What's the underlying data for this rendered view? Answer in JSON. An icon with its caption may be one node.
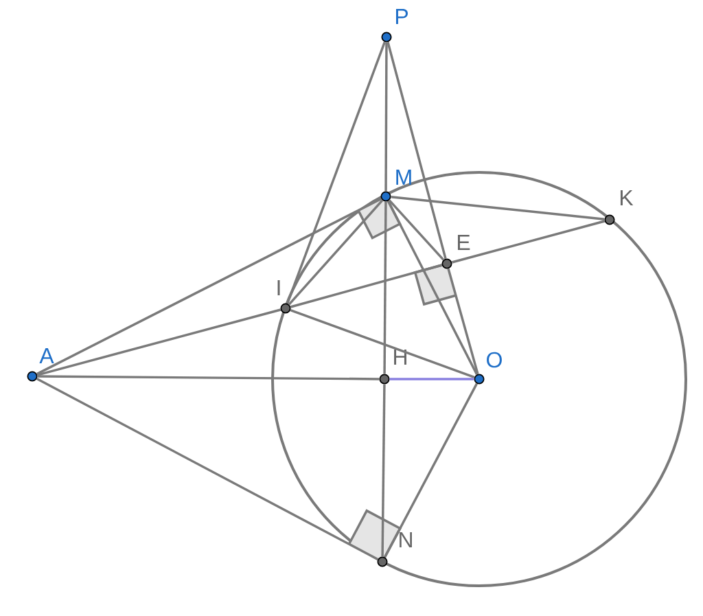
{
  "diagram": {
    "nodes": [
      {
        "text": [],
        "shape": "circle",
        "beside": [
          "P"
        ]
      },
      {
        "text": [],
        "shape": "circle",
        "beside": [
          "M"
        ]
      },
      {
        "text": [],
        "shape": "circle",
        "beside": [
          "K"
        ]
      },
      {
        "text": [],
        "shape": "circle",
        "beside": [
          "E"
        ]
      },
      {
        "text": [],
        "shape": "circle",
        "beside": [
          "I"
        ]
      },
      {
        "text": [],
        "shape": "circle",
        "beside": [
          "A"
        ]
      },
      {
        "text": [],
        "shape": "circle",
        "beside": [
          "H"
        ]
      },
      {
        "text": [],
        "shape": "circle",
        "beside": [
          "O"
        ]
      },
      {
        "text": [],
        "shape": "circle",
        "beside": [
          "N"
        ]
      }
    ],
    "edges": [
      {
        "from": 0,
        "to": 4,
        "arrow": "none"
      },
      {
        "from": 0,
        "to": 1,
        "arrow": "none"
      },
      {
        "from": 1,
        "to": 6,
        "arrow": "none"
      },
      {
        "from": 6,
        "to": 8,
        "arrow": "none"
      },
      {
        "from": 0,
        "to": 3,
        "arrow": "none"
      },
      {
        "from": 3,
        "to": 7,
        "arrow": "none"
      },
      {
        "from": 1,
        "to": 2,
        "arrow": "none"
      },
      {
        "from": 5,
        "to": 1,
        "arrow": "none"
      },
      {
        "from": 5,
        "to": 4,
        "arrow": "none"
      },
      {
        "from": 4,
        "to": 3,
        "arrow": "none"
      },
      {
        "from": 3,
        "to": 2,
        "arrow": "none"
      },
      {
        "from": 1,
        "to": 4,
        "arrow": "none"
      },
      {
        "from": 1,
        "to": 3,
        "arrow": "none"
      },
      {
        "from": 1,
        "to": 7,
        "arrow": "none"
      },
      {
        "from": 4,
        "to": 7,
        "arrow": "none"
      },
      {
        "from": 5,
        "to": 6,
        "arrow": "none"
      },
      {
        "from": 6,
        "to": 7,
        "arrow": "none",
        "color": "#8a80e0"
      },
      {
        "from": 5,
        "to": 8,
        "arrow": "none"
      },
      {
        "from": 7,
        "to": 8,
        "arrow": "none"
      }
    ]
  }
}
